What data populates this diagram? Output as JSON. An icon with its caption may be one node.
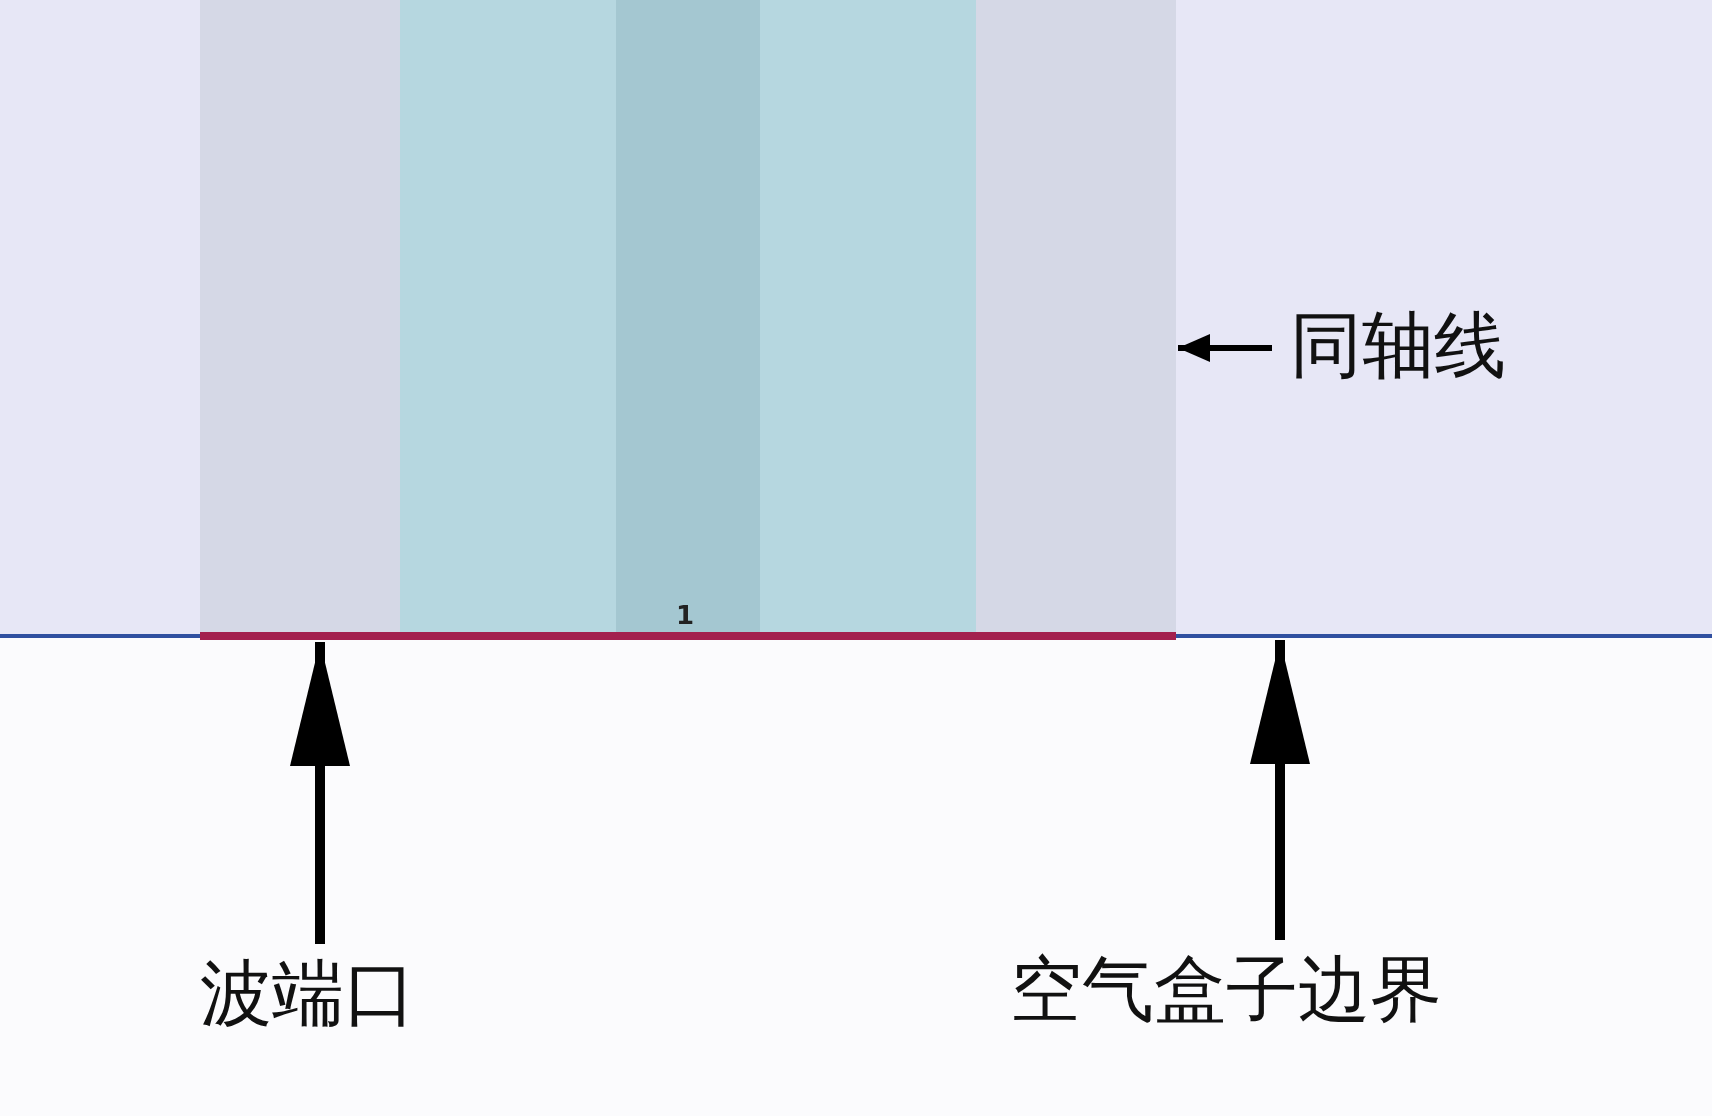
{
  "diagram": {
    "nodes": [
      {
        "text": [],
        "shape": "picture"
      },
      {
        "text": [],
        "shape": "bar"
      },
      {
        "text": [],
        "shape": "bar"
      },
      {
        "text": [
          "同轴线"
        ]
      },
      {
        "text": [
          "波端口"
        ]
      },
      {
        "text": [
          "空气盒子边界"
        ]
      }
    ],
    "edges": [
      {
        "from": 3,
        "to": 0,
        "arrow": "to"
      },
      {
        "from": 4,
        "to": 1,
        "arrow": "to"
      },
      {
        "from": 5,
        "to": 2,
        "arrow": "to"
      }
    ],
    "labels": [
      "1"
    ]
  }
}
